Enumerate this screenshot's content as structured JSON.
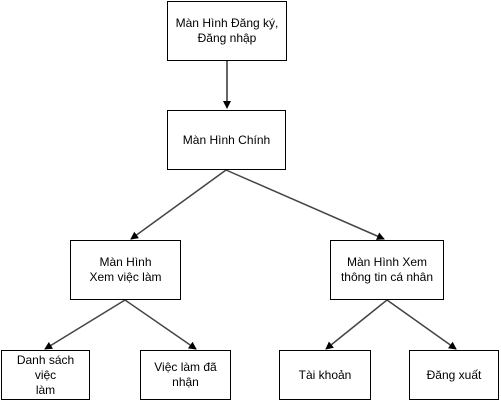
{
  "diagram": {
    "nodes": {
      "login": {
        "label": "Màn Hình Đăng ký,\nĐăng nhập"
      },
      "main": {
        "label": "Màn Hình Chính"
      },
      "jobs": {
        "label": "Màn Hình\nXem việc làm"
      },
      "profile": {
        "label": "Màn Hình Xem\nthông tin cá nhân"
      },
      "job_list": {
        "label": "Danh sách việc\nlàm"
      },
      "jobs_received": {
        "label": "Việc làm đã\nnhận"
      },
      "account": {
        "label": "Tài khoản"
      },
      "logout": {
        "label": "Đăng xuất"
      }
    },
    "edges": [
      {
        "from": "login",
        "to": "main"
      },
      {
        "from": "main",
        "to": "jobs"
      },
      {
        "from": "main",
        "to": "profile"
      },
      {
        "from": "jobs",
        "to": "job_list"
      },
      {
        "from": "jobs",
        "to": "jobs_received"
      },
      {
        "from": "profile",
        "to": "account"
      },
      {
        "from": "profile",
        "to": "logout"
      }
    ],
    "colors": {
      "stroke": "#000000",
      "edge": "#444444",
      "fill": "#ffffff"
    }
  }
}
